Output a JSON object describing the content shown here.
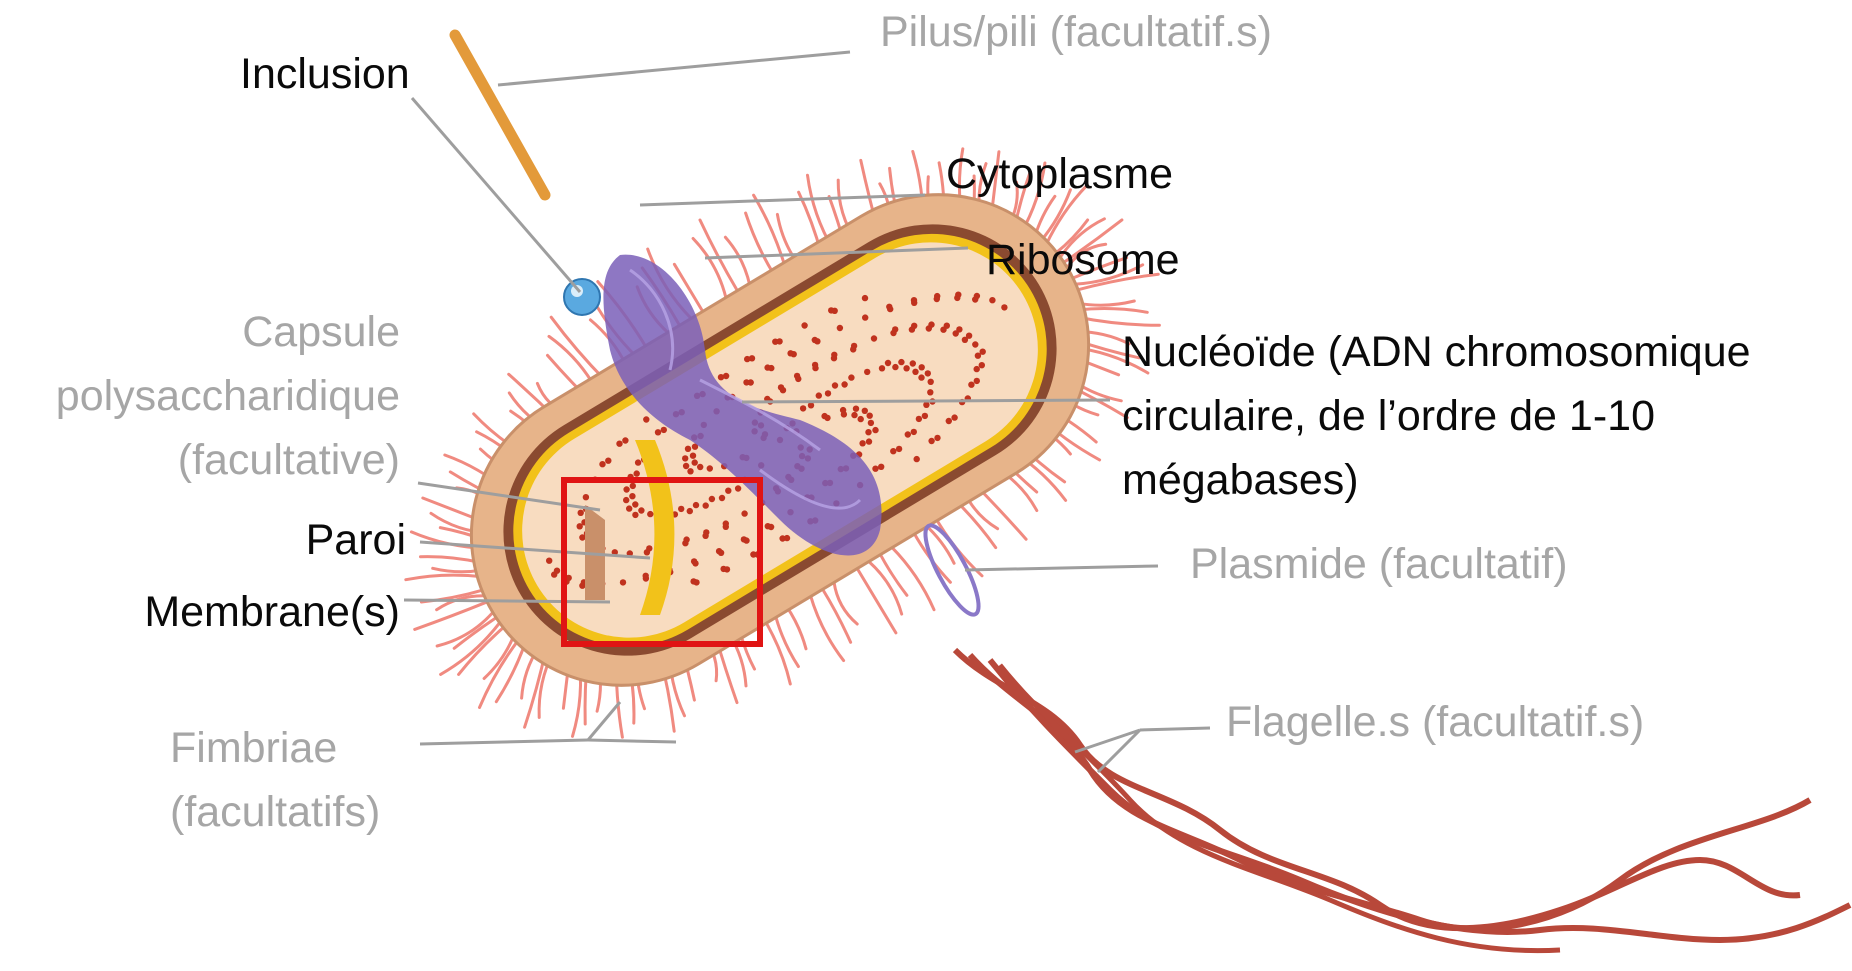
{
  "colors": {
    "label_dark": "#0a0a0a",
    "label_grey": "#a6a6a6",
    "leader_line": "#9e9e9e",
    "highlight_box": "#e01414",
    "pili": "#f08a80",
    "flagella": "#b8483a",
    "cell_capsule": "#e7b48a",
    "cell_wall": "#8a4a30",
    "membrane": "#f2c21a",
    "cytoplasm": "#f8dcc0",
    "ribosome": "#c0321e",
    "nucleoid": "#7a5fb8",
    "inclusion": "#5aa9e0",
    "plasmid": "#8a78c8"
  },
  "labels": {
    "pilus": "Pilus/pili (facultatif.s)",
    "inclusion": "Inclusion",
    "cytoplasme": "Cytoplasme",
    "ribosome": "Ribosome",
    "capsule": [
      "Capsule",
      "polysaccharidique",
      "(facultative)"
    ],
    "nucleoide": [
      "Nucléoïde (ADN chromosomique",
      "circulaire, de l’ordre de 1-10",
      "mégabases)"
    ],
    "paroi": "Paroi",
    "membrane": "Membrane(s)",
    "plasmide": "Plasmide (facultatif)",
    "flagelle": "Flagelle.s (facultatif.s)",
    "fimbriae": [
      "Fimbriae",
      "(facultatifs)"
    ]
  }
}
